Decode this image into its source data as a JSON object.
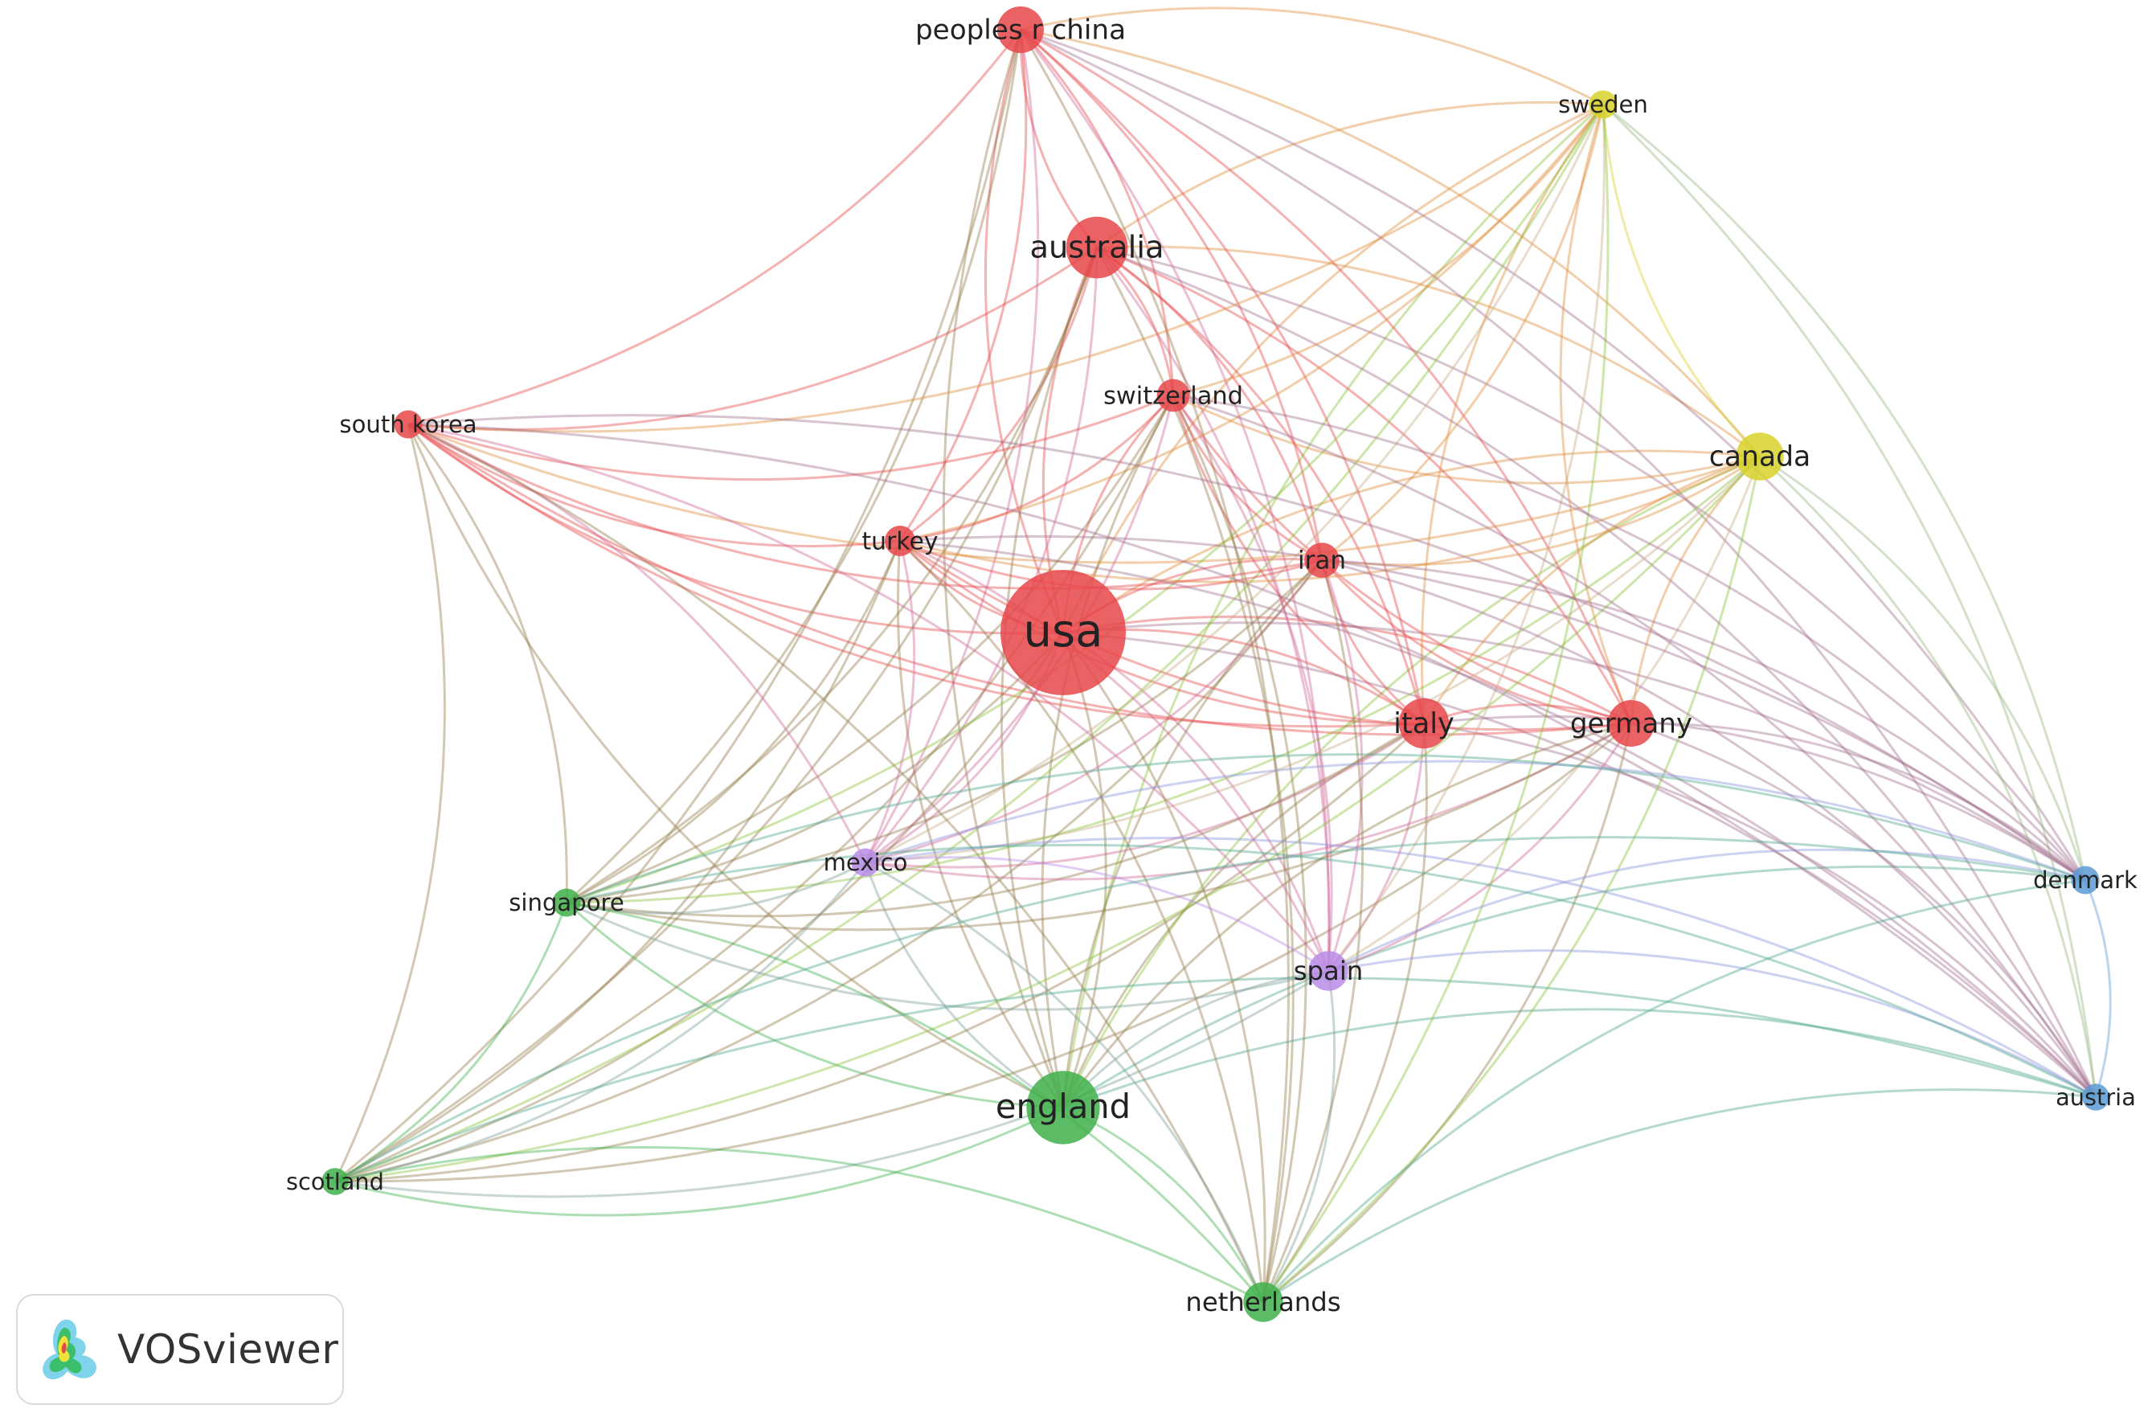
{
  "logo": {
    "text": "VOSviewer"
  },
  "clusters": {
    "1": "#e8474a",
    "2": "#3fb04a",
    "3": "#d7d22a",
    "4": "#5b9bd5",
    "5": "#b88be6"
  },
  "nodes": [
    {
      "id": "usa",
      "label": "usa",
      "cluster": 1,
      "weight": 10
    },
    {
      "id": "england",
      "label": "england",
      "cluster": 2,
      "weight": 5.5
    },
    {
      "id": "australia",
      "label": "australia",
      "cluster": 1,
      "weight": 4.5
    },
    {
      "id": "peoples r china",
      "label": "peoples r china",
      "cluster": 1,
      "weight": 3.2
    },
    {
      "id": "italy",
      "label": "italy",
      "cluster": 1,
      "weight": 3.5
    },
    {
      "id": "germany",
      "label": "germany",
      "cluster": 1,
      "weight": 3.2
    },
    {
      "id": "canada",
      "label": "canada",
      "cluster": 3,
      "weight": 3.3
    },
    {
      "id": "sweden",
      "label": "sweden",
      "cluster": 3,
      "weight": 1.6
    },
    {
      "id": "iran",
      "label": "iran",
      "cluster": 1,
      "weight": 2.2
    },
    {
      "id": "switzerland",
      "label": "switzerland",
      "cluster": 1,
      "weight": 2
    },
    {
      "id": "turkey",
      "label": "turkey",
      "cluster": 1,
      "weight": 1.8
    },
    {
      "id": "south korea",
      "label": "south korea",
      "cluster": 1,
      "weight": 1.6
    },
    {
      "id": "mexico",
      "label": "mexico",
      "cluster": 5,
      "weight": 1.6
    },
    {
      "id": "spain",
      "label": "spain",
      "cluster": 5,
      "weight": 2.6
    },
    {
      "id": "singapore",
      "label": "singapore",
      "cluster": 2,
      "weight": 1.6
    },
    {
      "id": "scotland",
      "label": "scotland",
      "cluster": 2,
      "weight": 1.5
    },
    {
      "id": "netherlands",
      "label": "netherlands",
      "cluster": 2,
      "weight": 2.6
    },
    {
      "id": "denmark",
      "label": "denmark",
      "cluster": 4,
      "weight": 1.6
    },
    {
      "id": "austria",
      "label": "austria",
      "cluster": 4,
      "weight": 1.5
    }
  ]
}
